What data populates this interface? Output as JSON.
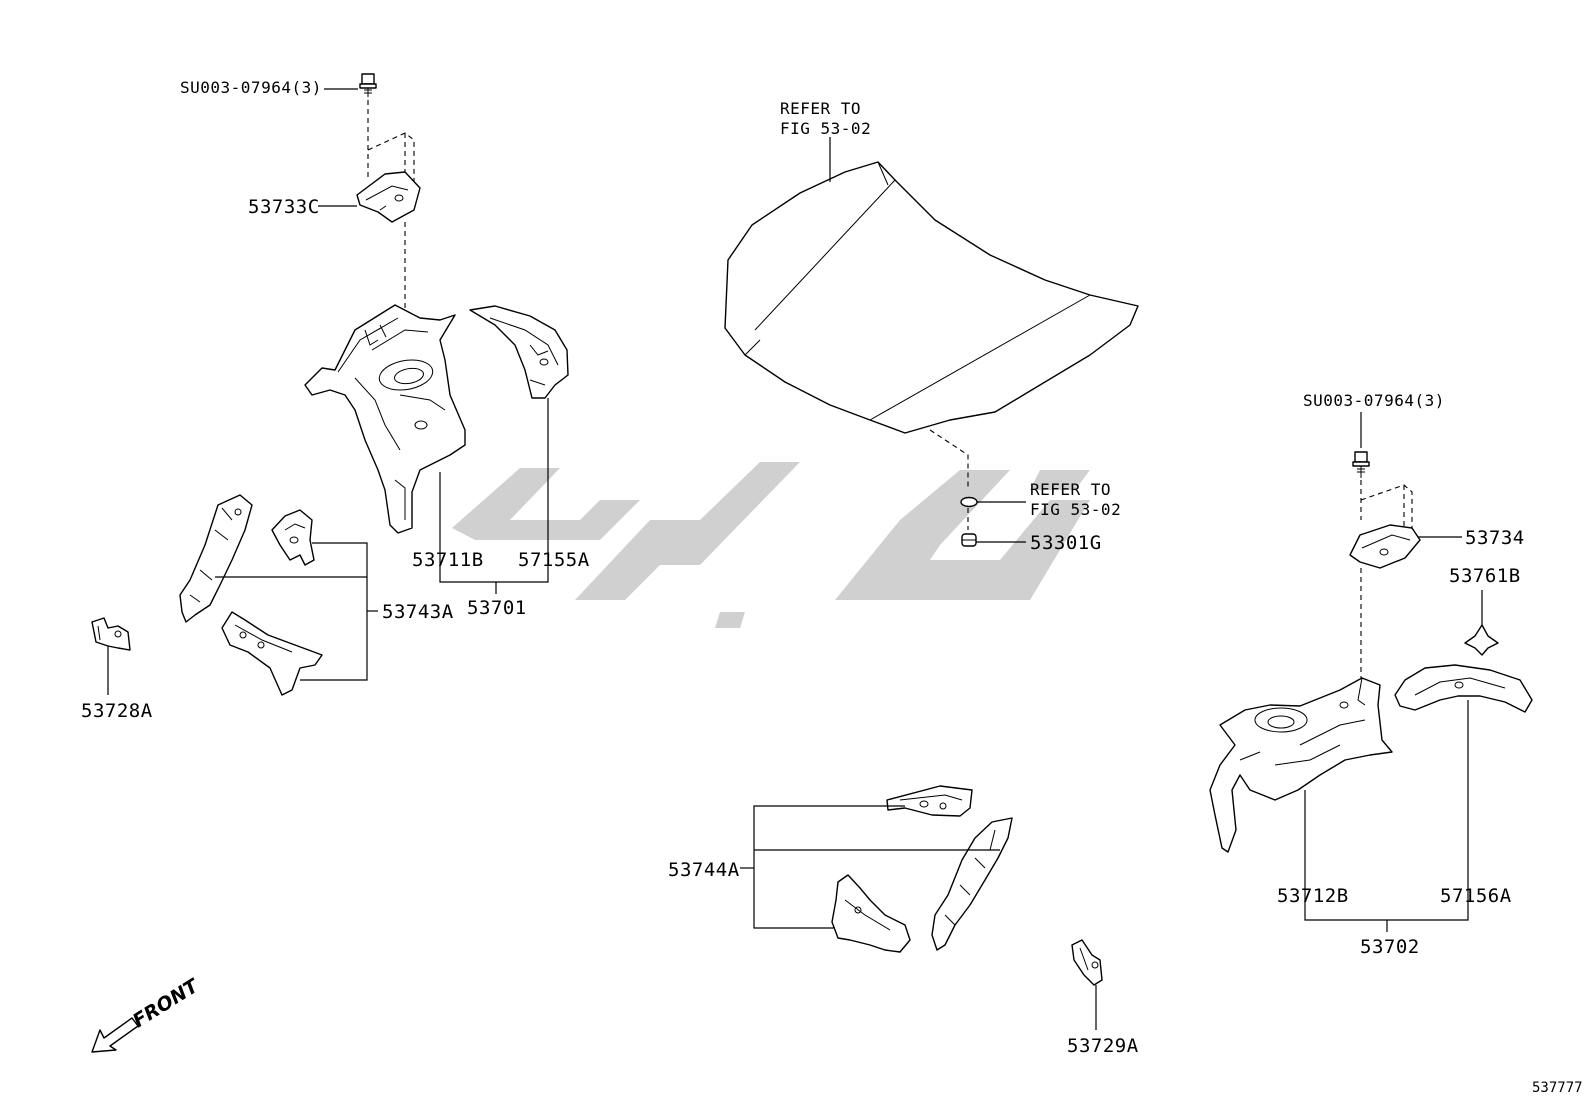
{
  "diagram": {
    "watermark": "",
    "drawing_number": "537777",
    "front_label": "FRONT",
    "callouts": {
      "su_left": "SU003-07964(3)",
      "p53733C": "53733C",
      "refer_hood_1": "REFER TO",
      "refer_hood_2": "FIG 53-02",
      "refer_cush_1": "REFER TO",
      "refer_cush_2": "FIG 53-02",
      "p53301G": "53301G",
      "p53711B": "53711B",
      "p57155A": "57155A",
      "p53701": "53701",
      "p53743A": "53743A",
      "p53728A": "53728A",
      "su_right": "SU003-07964(3)",
      "p53734": "53734",
      "p53761B": "53761B",
      "p53712B": "53712B",
      "p57156A": "57156A",
      "p53702": "53702",
      "p53744A": "53744A",
      "p53729A": "53729A"
    }
  }
}
